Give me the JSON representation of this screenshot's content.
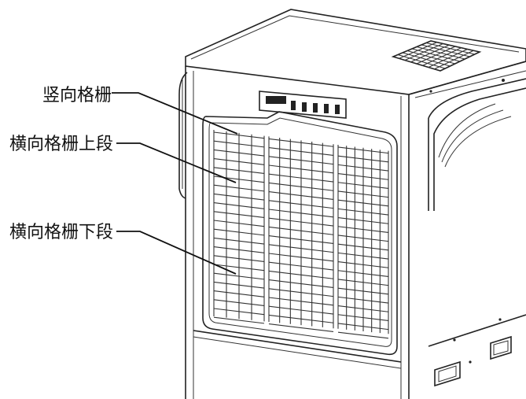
{
  "callouts": [
    {
      "id": "vertical-louver",
      "label": "竖向格栅"
    },
    {
      "id": "horizontal-louver-upper",
      "label": "横向格栅上段"
    },
    {
      "id": "horizontal-louver-lower",
      "label": "横向格栅下段"
    }
  ],
  "colors": {
    "line": "#222222",
    "background": "#ffffff"
  }
}
